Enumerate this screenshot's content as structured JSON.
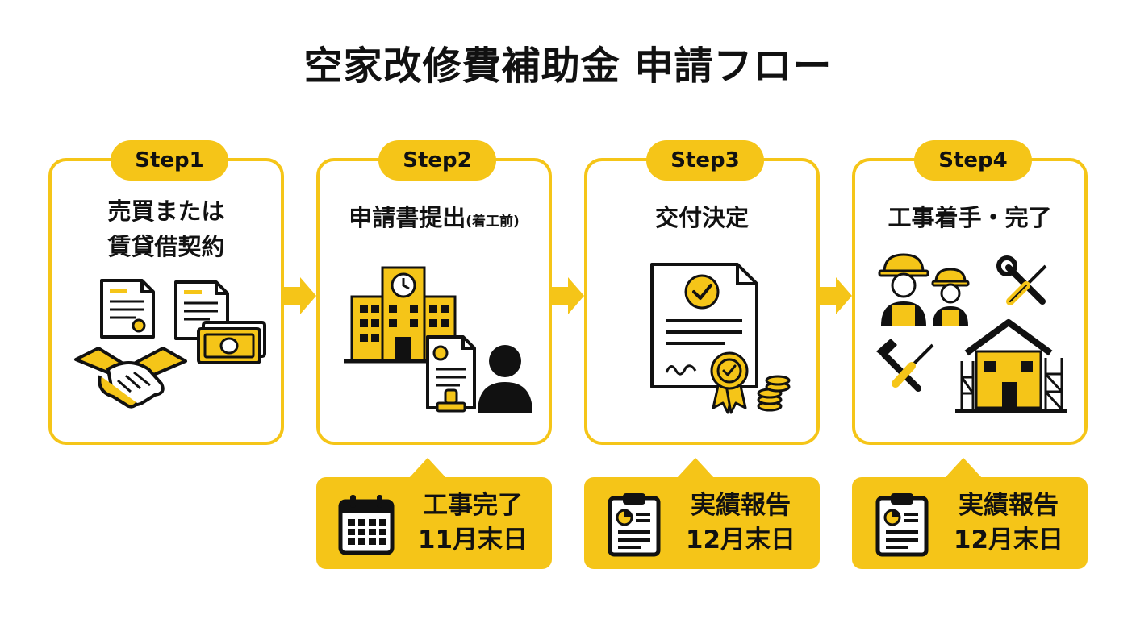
{
  "title": "空家改修費補助金 申請フロー",
  "colors": {
    "accent": "#F5C518",
    "ink": "#111111",
    "card_bg": "#FFFFFF"
  },
  "steps": [
    {
      "label": "Step1",
      "title_line1": "売買または",
      "title_line2": "賃貸借契約",
      "icon": "handshake-contract-money-icon"
    },
    {
      "label": "Step2",
      "title": "申請書提出",
      "title_note": "(着工前)",
      "icon": "city-hall-application-icon"
    },
    {
      "label": "Step3",
      "title": "交付決定",
      "icon": "approved-certificate-icon"
    },
    {
      "label": "Step4",
      "title": "工事着手・完了",
      "icon": "construction-workers-house-icon"
    }
  ],
  "deadlines": [
    {
      "step": "Step2",
      "line1": "工事完了",
      "line2": "11月末日",
      "icon": "calendar-icon"
    },
    {
      "step": "Step3",
      "line1": "実績報告",
      "line2": "12月末日",
      "icon": "clipboard-report-icon"
    },
    {
      "step": "Step4",
      "line1": "実績報告",
      "line2": "12月末日",
      "icon": "clipboard-report-icon"
    }
  ]
}
